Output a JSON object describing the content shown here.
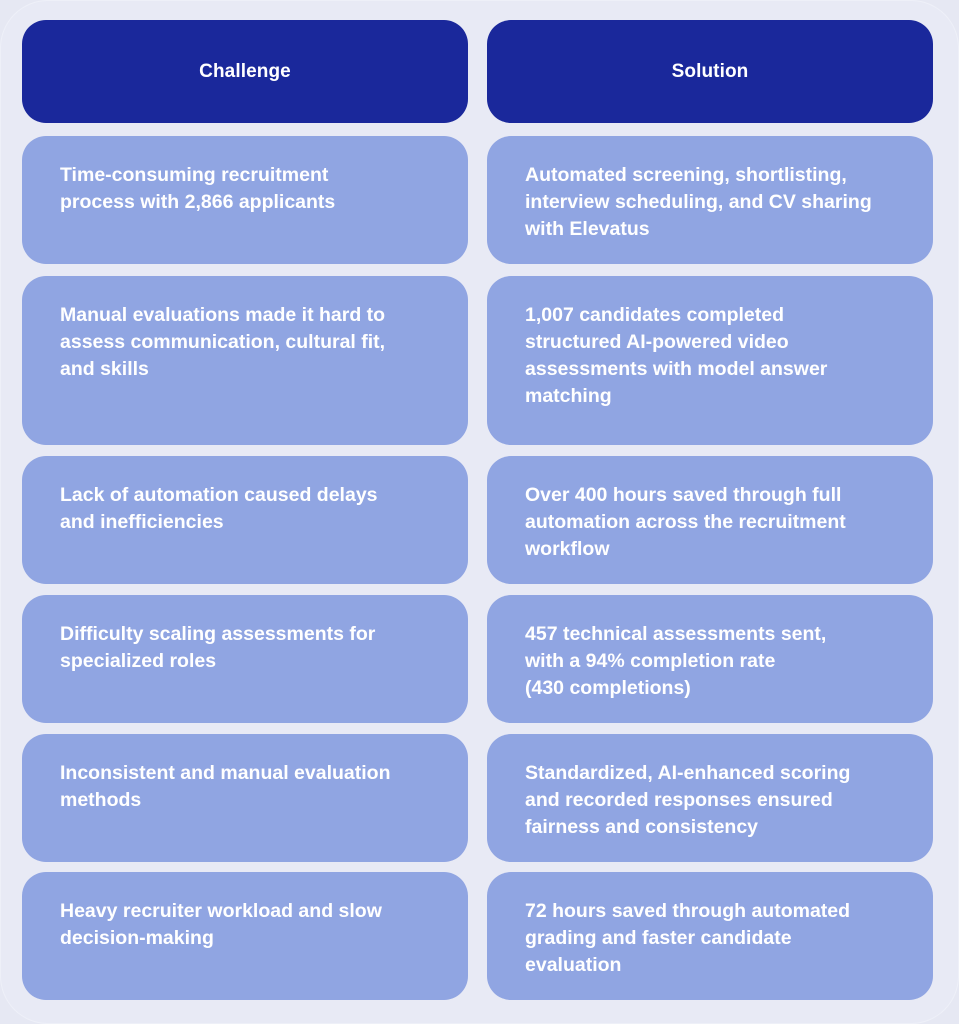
{
  "table": {
    "headers": {
      "challenge": "Challenge",
      "solution": "Solution"
    },
    "rows": [
      {
        "challenge": "Time-consuming recruitment\nprocess with 2,866 applicants",
        "solution": "Automated screening, shortlisting,\ninterview scheduling, and CV sharing\nwith Elevatus"
      },
      {
        "challenge": "Manual evaluations made it hard to\nassess communication, cultural fit,\nand skills",
        "solution": "1,007 candidates completed\nstructured AI-powered video\nassessments with model answer\nmatching"
      },
      {
        "challenge": "Lack of automation caused delays\nand inefficiencies",
        "solution": "Over 400 hours saved through full\nautomation across the recruitment\nworkflow"
      },
      {
        "challenge": "Difficulty scaling assessments for\nspecialized roles",
        "solution": "457 technical assessments sent,\nwith a 94% completion rate\n(430 completions)"
      },
      {
        "challenge": "Inconsistent and manual evaluation\nmethods",
        "solution": "Standardized, AI-enhanced scoring\nand recorded responses ensured\nfairness and consistency"
      },
      {
        "challenge": "Heavy recruiter workload and slow\ndecision-making",
        "solution": "72 hours saved through automated\ngrading and faster candidate\nevaluation"
      }
    ]
  },
  "colors": {
    "background": "#e8eaf5",
    "header_fill": "#1a289b",
    "row_fill": "#90a5e2",
    "text": "#ffffff"
  }
}
